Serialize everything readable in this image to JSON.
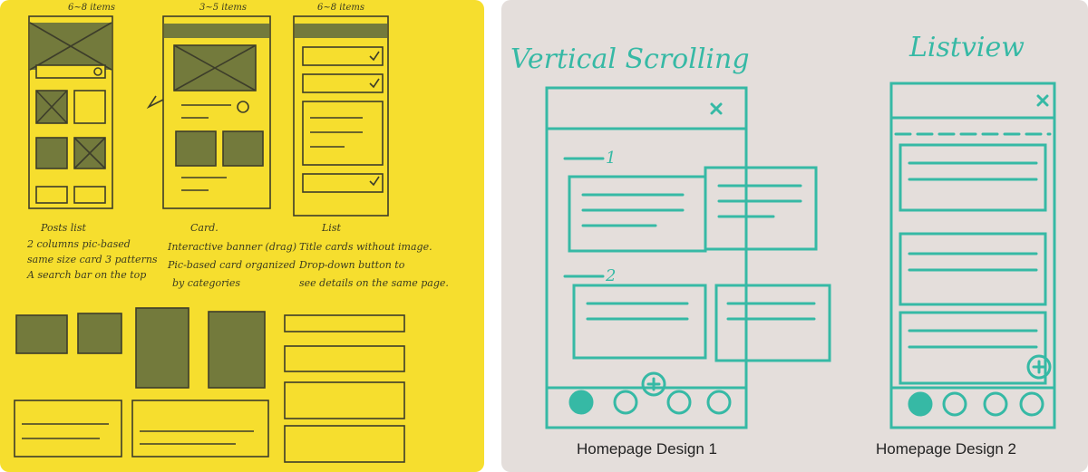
{
  "sticky_note": {
    "headers": [
      "6~8 items",
      "3~5 items",
      "6~8 items"
    ],
    "labels": [
      "Posts list",
      "Card.",
      "List"
    ],
    "notes": {
      "posts": [
        "2 columns pic-based",
        "same size card 3 patterns",
        "A search bar on the top"
      ],
      "card": [
        "Interactive banner (drag)",
        "Pic-based card organized",
        "by categories"
      ],
      "list": [
        "Title cards without image.",
        "Drop-down button to",
        "see details on the same page."
      ]
    }
  },
  "whiteboard": {
    "left_title": "Vertical Scrolling",
    "right_title": "Listview",
    "section_numbers": [
      "1",
      "2"
    ]
  },
  "captions": {
    "design1": "Homepage Design 1",
    "design2": "Homepage Design 2"
  },
  "colors": {
    "sticky": "#f6de2e",
    "board": "#e4dedb",
    "marker": "#36b9a5",
    "ink": "#3b3b1f"
  }
}
